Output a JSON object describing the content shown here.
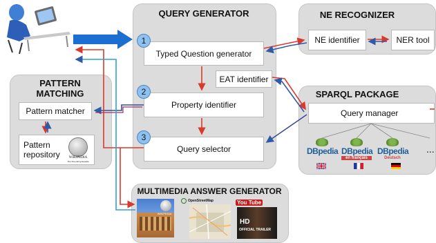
{
  "query_generator": {
    "title": "QUERY GENERATOR",
    "steps": [
      "1",
      "2",
      "3"
    ],
    "typed_question_generator": "Typed Question generator",
    "eat_identifier": "EAT identifier",
    "property_identifier": "Property identifier",
    "query_selector": "Query selector"
  },
  "ne_recognizer": {
    "title": "NE RECOGNIZER",
    "ne_identifier": "NE identifier",
    "ner_tool": "NER tool"
  },
  "pattern_matching": {
    "title_line1": "PATTERN",
    "title_line2": "MATCHING",
    "pattern_matcher": "Pattern matcher",
    "pattern_repository_line1": "Pattern",
    "pattern_repository_line2": "repository",
    "wikipedia_label": "WIKIPEDIA",
    "wikipedia_sub": "The Free Encyclopedia"
  },
  "sparql_package": {
    "title": "SPARQL PACKAGE",
    "query_manager": "Query manager",
    "logos": [
      "DBpedia",
      "DBpedia",
      "DBpedia"
    ],
    "logo_sublabels": [
      "",
      "en français",
      "Deutsch"
    ],
    "ellipsis": "..."
  },
  "multimedia": {
    "title": "MULTIMEDIA ANSWER GENERATOR",
    "wikipedia_label": "WIKIPEDIA",
    "openstreetmap_label": "OpenStreetMap",
    "youtube_label": "You Tube",
    "trailer_line1": "HD",
    "trailer_line2": "OFFICIAL TRAILER"
  },
  "colors": {
    "panel_bg": "#dcdcdc",
    "blue_arrow": "#1a6fd0",
    "red_line": "#d93a2b",
    "dark_line": "#3b4a9a",
    "step_circle": "#8dc2f0"
  }
}
